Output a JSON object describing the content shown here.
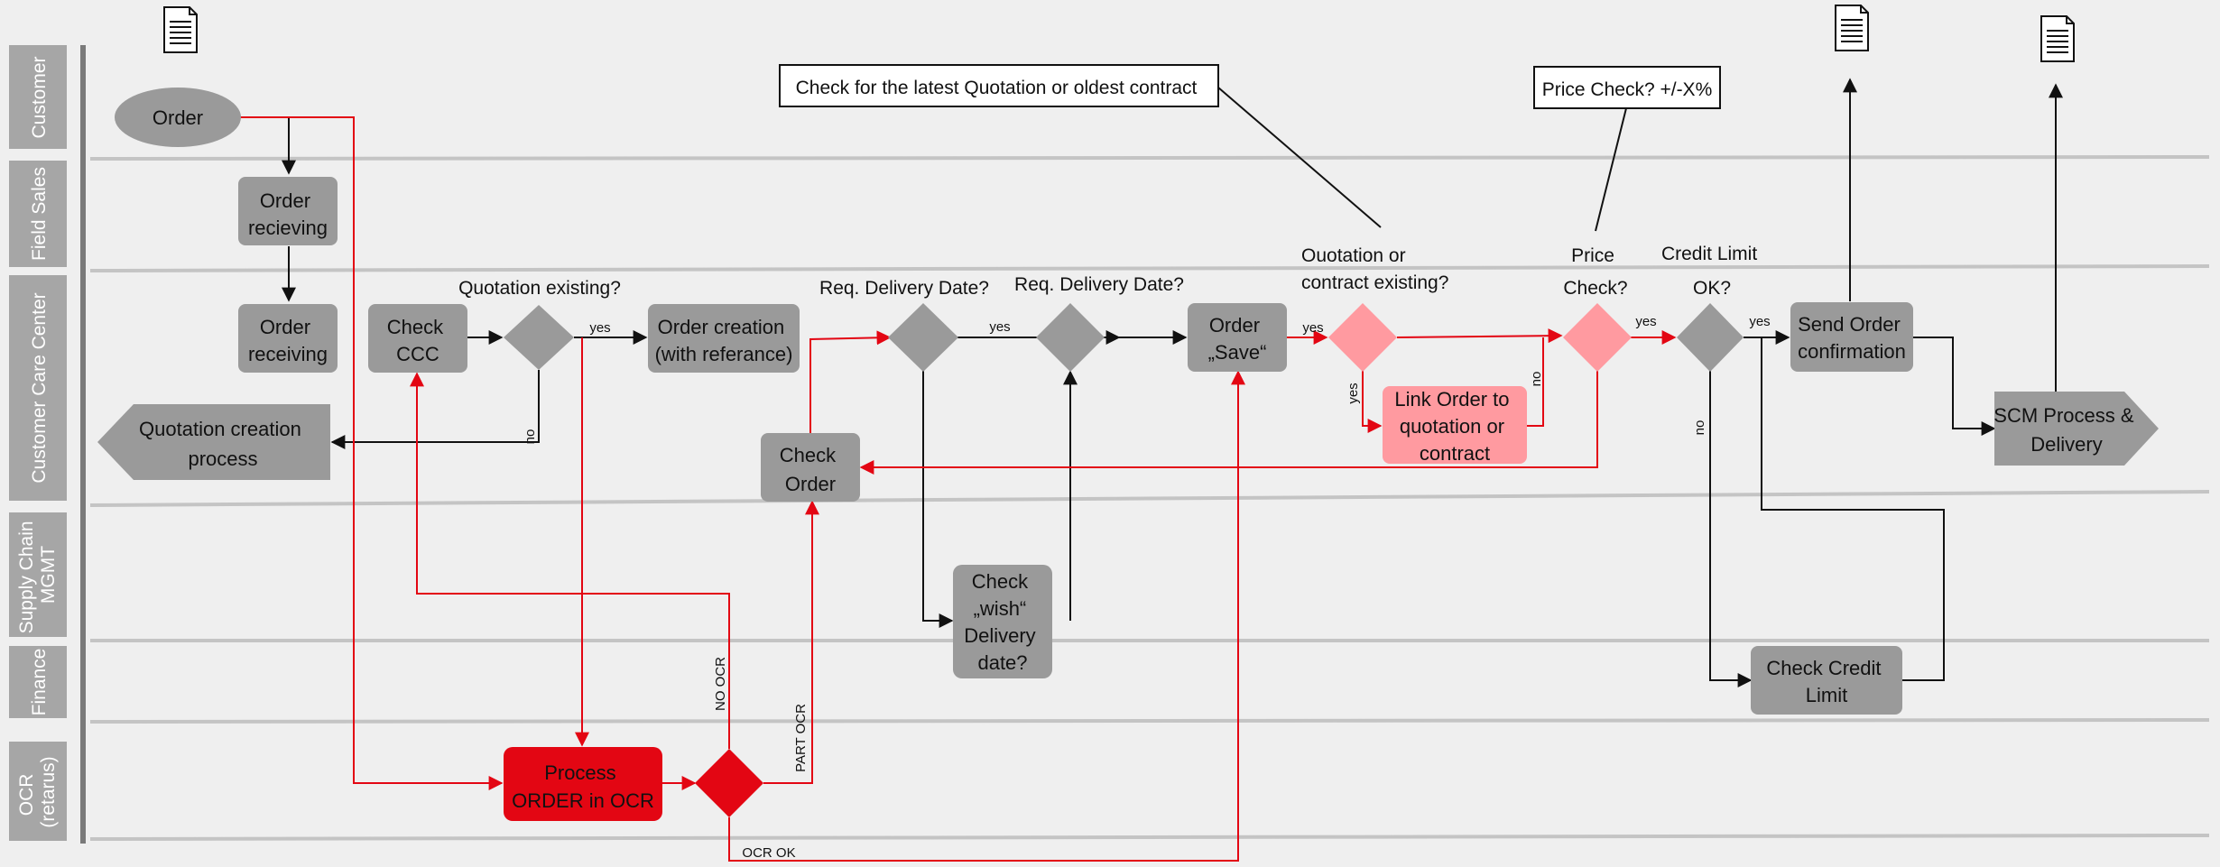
{
  "lanes": [
    "Customer",
    "Field Sales",
    "Customer Care Center",
    "Supply Chain MGMT",
    "Finance",
    "OCR (retarus)"
  ],
  "nodes": {
    "order": "Order",
    "order_recieving": [
      "Order",
      "recieving"
    ],
    "order_receiving": [
      "Order",
      "receiving"
    ],
    "check_ccc": [
      "Check",
      "CCC"
    ],
    "quotation_process": [
      "Quotation creation",
      "process"
    ],
    "order_creation": [
      "Order creation",
      "(with referance)"
    ],
    "check_order": [
      "Check",
      "Order"
    ],
    "check_wish": [
      "Check",
      "„wish“",
      "Delivery",
      "date?"
    ],
    "order_save": [
      "Order",
      "„Save“"
    ],
    "link_order": [
      "Link Order to",
      "quotation or",
      "contract"
    ],
    "send_confirmation": [
      "Send Order",
      "confirmation"
    ],
    "scm_process": [
      "SCM Process &",
      "Delivery"
    ],
    "check_credit": [
      "Check Credit",
      "Limit"
    ],
    "process_ocr": [
      "Process",
      "ORDER in OCR"
    ]
  },
  "decisions": {
    "quotation_existing": "Quotation existing?",
    "req_delivery_1": "Req. Delivery Date?",
    "req_delivery_2": "Req. Delivery Date?",
    "quotation_or_contract": [
      "Ouotation or",
      "contract existing?"
    ],
    "price_check": [
      "Price",
      "Check?"
    ],
    "credit_limit": [
      "Credit Limit",
      "OK?"
    ]
  },
  "callouts": {
    "latest_quotation": "Check for the latest Quotation or oldest contract",
    "price_check": "Price Check? +/-X%"
  },
  "edge_labels": {
    "yes": "yes",
    "no": "no",
    "no_ocr": "NO OCR",
    "part_ocr": "PART OCR",
    "ocr_ok": "OCR OK"
  },
  "colors": {
    "node_gray": "#9a9a9a",
    "lane_label_bg": "#a6a6a6",
    "highlight_pink": "#ff9aa0",
    "ocr_red": "#e30613",
    "flow_red": "#e30613"
  }
}
